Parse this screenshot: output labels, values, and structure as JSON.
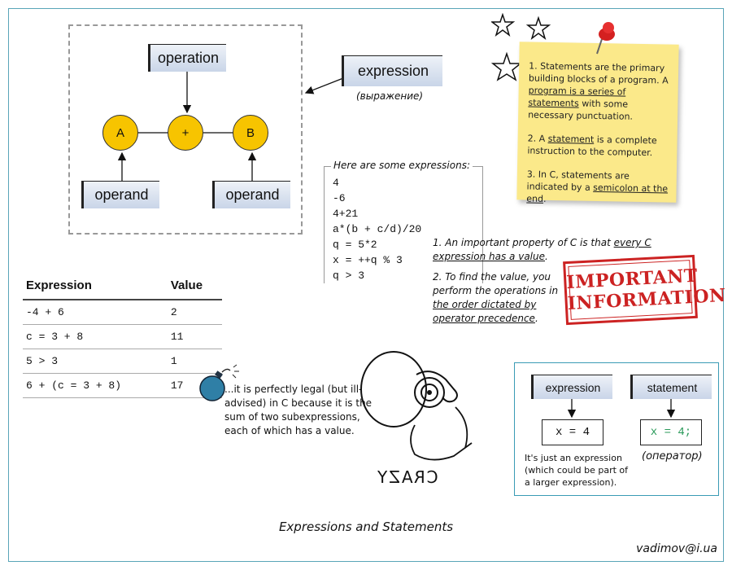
{
  "diagram": {
    "operation_label": "operation",
    "operand_left_label": "operand",
    "operand_right_label": "operand",
    "node_a": "A",
    "node_plus": "+",
    "node_b": "B"
  },
  "expression_callout": {
    "label": "expression",
    "translation": "(выражение)"
  },
  "sticky_note": {
    "p1_before": "1. Statements are the primary building blocks of a program. A ",
    "p1_link": "program is a series of statements",
    "p1_after": " with some necessary punctuation.",
    "p2_before": "2. A ",
    "p2_link": "statement",
    "p2_after": " is a complete instruction to the computer.",
    "p3_before": "3. In C, statements are indicated by a ",
    "p3_link": "semicolon at the end",
    "p3_after": "."
  },
  "expressions_list": {
    "title": "Here are some expressions:",
    "items": [
      "4",
      "-6",
      "4+21",
      "a*(b + c/d)/20",
      "q = 5*2",
      "x = ++q % 3",
      "q > 3"
    ]
  },
  "properties": {
    "p1_before": "1. An important property of C is that ",
    "p1_link": "every C expression has a value",
    "p1_after": ".",
    "p2_before": "2. To find the value, you perform the operations in ",
    "p2_link": "the order dictated by  operator precedence",
    "p2_after": "."
  },
  "stamp": {
    "line1": "IMPORTANT",
    "line2": "INFORMATION"
  },
  "table": {
    "headers": [
      "Expression",
      "Value"
    ],
    "rows": [
      [
        "-4 + 6",
        "2"
      ],
      [
        "c = 3 + 8",
        "11"
      ],
      [
        "5 > 3",
        "1"
      ],
      [
        "6 + (c = 3 + 8)",
        "17"
      ]
    ]
  },
  "bomb_note": "...it is perfectly legal (but ill-advised) in C because it is the sum of two subexpressions, each of which has a value.",
  "crazy_label": "CRAZY",
  "comparison": {
    "expression_label": "expression",
    "statement_label": "statement",
    "expression_code": "x = 4",
    "statement_code": "x = 4;",
    "statement_translation": "(оператор)",
    "expression_note": "It's just an expression (which could be part of a larger expression)."
  },
  "footer": {
    "title": "Expressions and Statements",
    "author": "vadimov@i.ua"
  },
  "colors": {
    "node_fill": "#f7c400",
    "note_fill": "#fbe98a",
    "stamp_red": "#c22222",
    "frame_teal": "#3a9bb5",
    "statement_code": "#2a9a5a"
  }
}
